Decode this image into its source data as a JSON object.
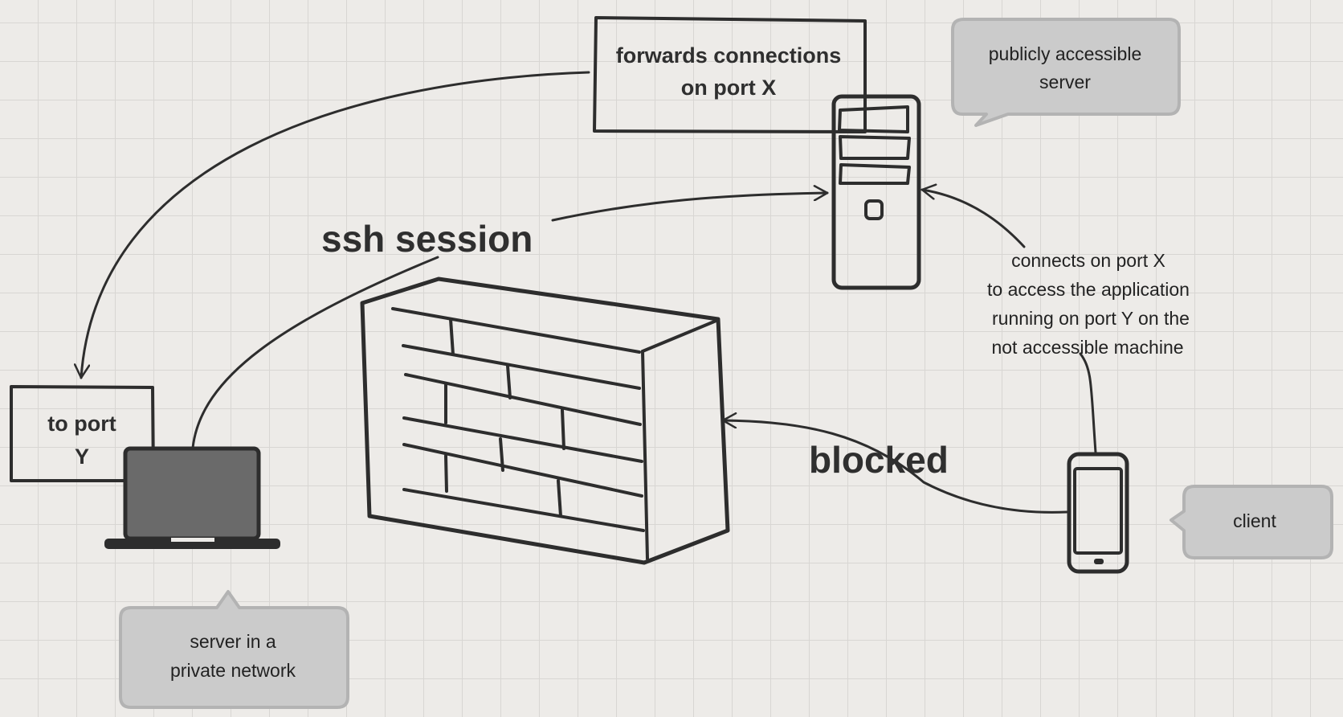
{
  "labels": {
    "forwards_line1": "forwards connections",
    "forwards_line2": "on port X",
    "to_port_line1": "to port",
    "to_port_line2": "Y",
    "ssh_session": "ssh session",
    "blocked": "blocked",
    "connects_line1": "connects on port X",
    "connects_line2": "to access the application",
    "connects_line3": "running on port Y on the",
    "connects_line4": "not accessible machine"
  },
  "bubbles": {
    "public_server_line1": "publicly accessible",
    "public_server_line2": "server",
    "client": "client",
    "private_server_line1": "server in a",
    "private_server_line2": "private network"
  },
  "icons": {
    "server": "server-tower-icon",
    "laptop": "laptop-icon",
    "phone": "smartphone-icon",
    "firewall": "brick-wall-firewall-icon"
  },
  "colors": {
    "stroke": "#2d2d2d",
    "bubble_fill": "#cbcbcb",
    "laptop_screen": "#6a6a6a"
  }
}
